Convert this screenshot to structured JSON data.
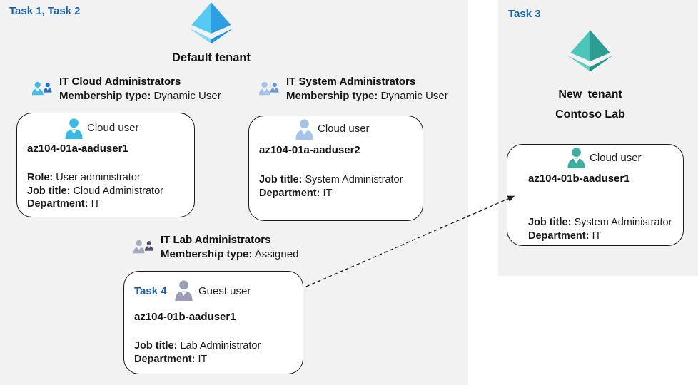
{
  "colors": {
    "task_label_blue": "#185fa8",
    "left_panel_bg": "#f2f2f2",
    "right_panel_bg": "#f1f1f1",
    "card_border": "#1a1a1a",
    "azure_diamond_light": "#55caf2",
    "azure_diamond_dark": "#2c9ee4",
    "teal_diamond_light": "#4cc5ba",
    "teal_diamond_dark": "#2d9c91",
    "cyan_person": "#38bae7",
    "steel_person": "#a6c4ea",
    "gray_person": "#9b9db4",
    "teal_person": "#40ada3"
  },
  "icons": {
    "default_tenant_icon": "azure-tenant-diamond-blue",
    "new_tenant_icon": "azure-tenant-diamond-teal",
    "group_icon": "two-person-group-glyph",
    "cloud_user_icon": "single-person-glyph",
    "guest_user_icon": "single-person-glyph-gray",
    "invite_arrow": "dashed-arrow-right-up"
  },
  "default_tenant": {
    "task_label": "Task 1, Task 2",
    "name": "Default tenant",
    "groups": [
      {
        "title": "IT Cloud Administrators",
        "membership_label": "Membership type:",
        "membership_value": "Dynamic User"
      },
      {
        "title": "IT System Administrators",
        "membership_label": "Membership type:",
        "membership_value": "Dynamic User"
      },
      {
        "title": "IT Lab Administrators",
        "membership_label": "Membership type:",
        "membership_value": "Assigned"
      }
    ],
    "users": [
      {
        "type_label": "Cloud user",
        "username": "az104-01a-aaduser1",
        "fields": [
          {
            "label": "Role:",
            "value": "User administrator"
          },
          {
            "label": "Job title:",
            "value": "Cloud Administrator"
          },
          {
            "label": "Department:",
            "value": "IT"
          }
        ]
      },
      {
        "type_label": "Cloud user",
        "username": "az104-01a-aaduser2",
        "fields": [
          {
            "label": "Job title:",
            "value": "System Administrator"
          },
          {
            "label": "Department:",
            "value": "IT"
          }
        ]
      },
      {
        "task_label": "Task 4",
        "type_label": "Guest user",
        "username": "az104-01b-aaduser1",
        "fields": [
          {
            "label": "Job title:",
            "value": "Lab Administrator"
          },
          {
            "label": "Department:",
            "value": "IT"
          }
        ]
      }
    ]
  },
  "new_tenant": {
    "task_label": "Task 3",
    "name_line1": "New tenant",
    "name_line2": "Contoso Lab",
    "user": {
      "type_label": "Cloud user",
      "username": "az104-01b-aaduser1",
      "fields": [
        {
          "label": "Job title:",
          "value": "System Administrator"
        },
        {
          "label": "Department:",
          "value": "IT"
        }
      ]
    }
  }
}
